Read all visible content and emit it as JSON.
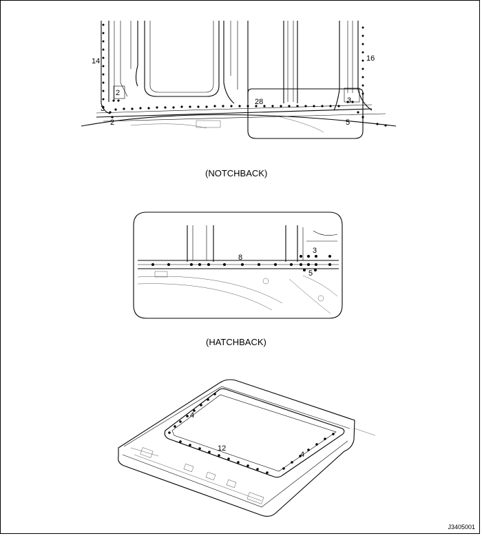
{
  "captions": {
    "notchback": "(NOTCHBACK)",
    "hatchback": "(HATCHBACK)"
  },
  "figure_code": "J3405001",
  "callouts": {
    "top": {
      "c14": "14",
      "c16": "16",
      "c2a": "2",
      "c2b": "2",
      "c3a": "3",
      "c3b": "3",
      "c28": "28",
      "c5": "5"
    },
    "middle": {
      "c8": "8",
      "c3": "3",
      "c5": "5"
    },
    "bottom": {
      "c4a": "4",
      "c12": "12",
      "c4b": "4"
    }
  }
}
